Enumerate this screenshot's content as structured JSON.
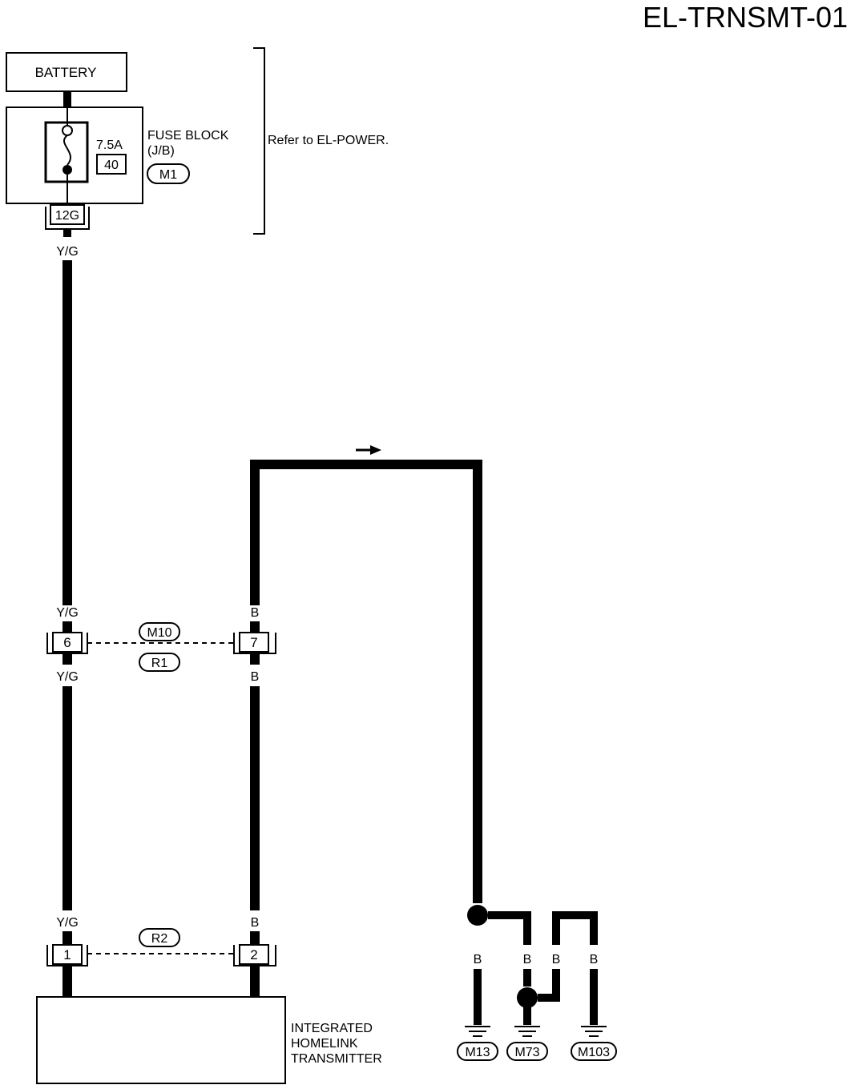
{
  "title": "EL-TRNSMT-01",
  "battery": {
    "label": "BATTERY"
  },
  "fuse_block": {
    "rating": "7.5A",
    "number": "40",
    "name_line1": "FUSE BLOCK",
    "name_line2": "(J/B)",
    "connector": "M1",
    "terminal": "12G"
  },
  "refer_note": "Refer to EL-POWER.",
  "wire_colors": {
    "yg_top": "Y/G",
    "yg_above_6": "Y/G",
    "yg_below_6": "Y/G",
    "yg_above_1": "Y/G",
    "b_above_7": "B",
    "b_below_7": "B",
    "b_above_2": "B",
    "b_g1": "B",
    "b_g2": "B",
    "b_g3": "B",
    "b_g4": "B"
  },
  "connectors": {
    "pin6": "6",
    "pin7": "7",
    "pin1": "1",
    "pin2": "2",
    "m10": "M10",
    "r1": "R1",
    "r2": "R2"
  },
  "grounds": {
    "g1": "M13",
    "g2": "M73",
    "g3": "M103"
  },
  "component": {
    "line1": "INTEGRATED",
    "line2": "HOMELINK",
    "line3": "TRANSMITTER"
  }
}
